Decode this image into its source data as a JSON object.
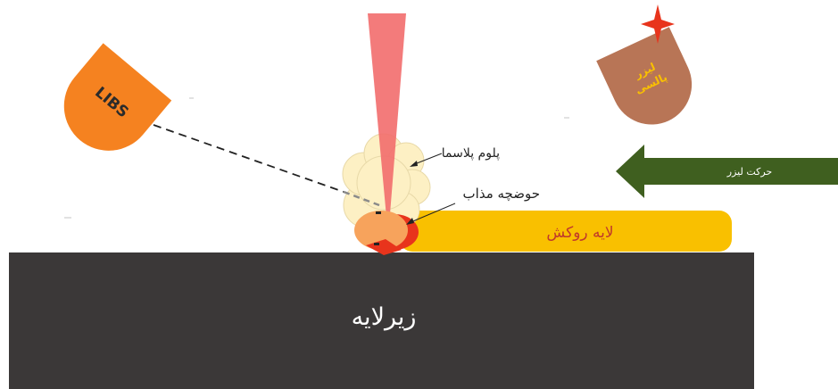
{
  "labels": {
    "libs": "LIBS",
    "pulsed_laser_line1": "لیزر",
    "pulsed_laser_line2": "پالسی",
    "plasma_plume": "پلوم پلاسما",
    "melt_pool": "حوضچه مذاب",
    "laser_motion": "حرکت لیزر",
    "coating_layer": "لایه روکش",
    "substrate": "زیرلایه"
  },
  "colors": {
    "libs_head": "#f58220",
    "pulsed_laser_head": "#b87556",
    "laser_beam": "#f26d6d",
    "plasma_plume": "#fdf0c4",
    "melt_pool": "#f7a35c",
    "melt_pool_hot": "#e8341c",
    "arrow": "#3f5f1f",
    "coating": "#f9c000",
    "substrate": "#3b3838",
    "spark": "#e8341c"
  }
}
